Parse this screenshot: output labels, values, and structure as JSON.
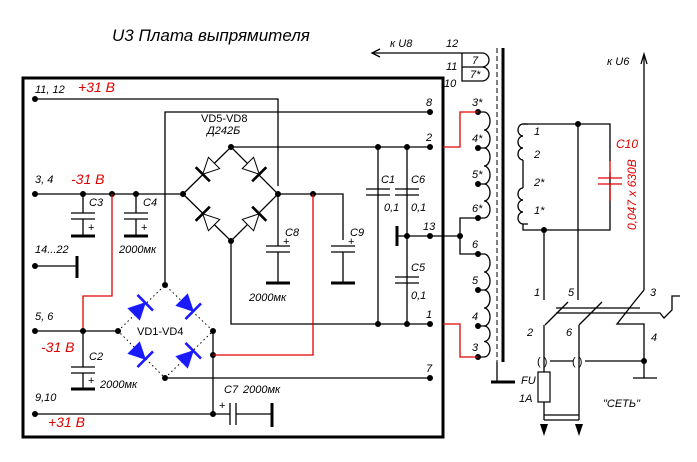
{
  "title": "U3 Плата выпрямителя",
  "board": {
    "pins": {
      "p11_12": "11, 12",
      "p3_4": "3, 4",
      "p14_22": "14...22",
      "p5_6": "5, 6",
      "p9_10": "9,10",
      "p8": "8",
      "p2": "2",
      "p13": "13",
      "p1": "1",
      "p7": "7"
    },
    "voltages": {
      "v_plus_top": "+31 В",
      "v_minus_34": "-31 В",
      "v_minus_56": "-31 В",
      "v_plus_bottom": "+31 В"
    },
    "bridge_top": {
      "name": "VD5-VD8",
      "type": "Д242Б"
    },
    "bridge_bottom": {
      "name": "VD1-VD4"
    },
    "caps": {
      "c1": {
        "name": "C1",
        "value": "0,1"
      },
      "c2": {
        "name": "C2",
        "value": "2000мк"
      },
      "c3": {
        "name": "C3"
      },
      "c4": {
        "name": "C4",
        "value": "2000мк"
      },
      "c5": {
        "name": "C5",
        "value": "0,1"
      },
      "c6": {
        "name": "C6",
        "value": "0,1"
      },
      "c7": {
        "name": "C7",
        "value": "2000мк"
      },
      "c8": {
        "name": "C8",
        "value": "2000мк"
      },
      "c9": {
        "name": "C9"
      }
    },
    "plus": "+"
  },
  "transformer": {
    "to_u8": "к U8",
    "pin12": "12",
    "pin11": "11",
    "pin10": "10",
    "w7": "7",
    "w7s": "7*",
    "sec": [
      "3*",
      "4*",
      "5*",
      "6*",
      "6",
      "5",
      "4",
      "3"
    ],
    "pri": [
      "1",
      "2",
      "2*",
      "1*"
    ]
  },
  "mains": {
    "to_u6": "к U6",
    "c10_name": "C10",
    "c10_value": "0,047 x 630В",
    "switch_pins": [
      "1",
      "5",
      "3",
      "2",
      "6",
      "4"
    ],
    "fuse_name": "FU",
    "fuse_value": "1А",
    "switch_label": "\"СЕТЬ\""
  }
}
